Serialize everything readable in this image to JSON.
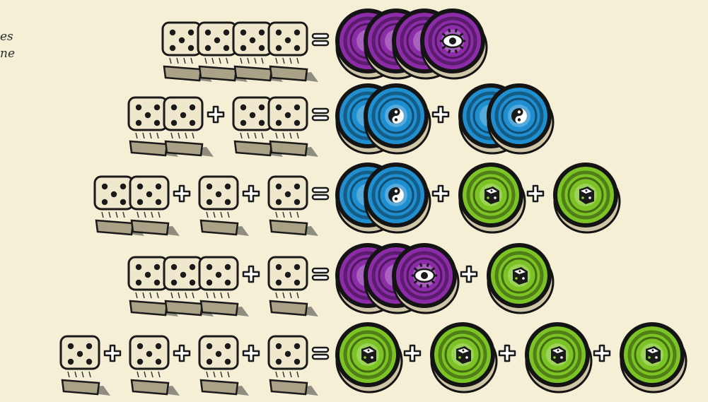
{
  "margin_text": [
    "es",
    "ne"
  ],
  "symbols": {
    "equals": "=",
    "plus": "+"
  },
  "colors": {
    "background": "#f5efd6",
    "die_face": "#efe8cc",
    "purple_token": "#8c2ca8",
    "blue_token": "#1f8fd0",
    "green_token": "#7cc425",
    "token_border": "#141414"
  },
  "rows": [
    {
      "dice_groups": [
        4
      ],
      "token_groups": [
        {
          "color": "purple",
          "icon": "eye-icon",
          "count": 4
        }
      ]
    },
    {
      "dice_groups": [
        2,
        2
      ],
      "token_groups": [
        {
          "color": "blue",
          "icon": "yin-yang-icon",
          "count": 2
        },
        {
          "color": "blue",
          "icon": "yin-yang-icon",
          "count": 2
        }
      ]
    },
    {
      "dice_groups": [
        2,
        1,
        1
      ],
      "token_groups": [
        {
          "color": "blue",
          "icon": "yin-yang-icon",
          "count": 2
        },
        {
          "color": "green",
          "icon": "die-icon",
          "count": 1
        },
        {
          "color": "green",
          "icon": "die-icon",
          "count": 1
        }
      ]
    },
    {
      "dice_groups": [
        3,
        1
      ],
      "token_groups": [
        {
          "color": "purple",
          "icon": "eye-icon",
          "count": 3
        },
        {
          "color": "green",
          "icon": "die-icon",
          "count": 1
        }
      ]
    },
    {
      "dice_groups": [
        1,
        1,
        1,
        1
      ],
      "token_groups": [
        {
          "color": "green",
          "icon": "die-icon",
          "count": 1
        },
        {
          "color": "green",
          "icon": "die-icon",
          "count": 1
        },
        {
          "color": "green",
          "icon": "die-icon",
          "count": 1
        },
        {
          "color": "green",
          "icon": "die-icon",
          "count": 1
        }
      ]
    }
  ]
}
